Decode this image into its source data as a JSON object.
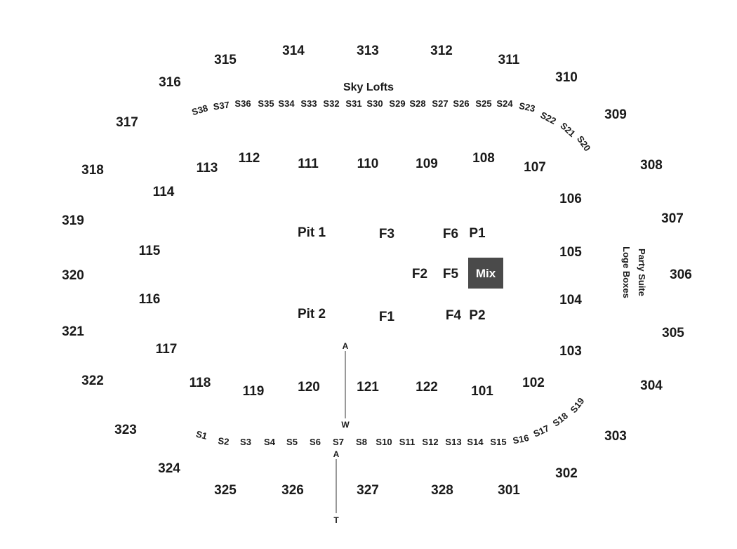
{
  "colors": {
    "text": "#1a1a1a",
    "mix_box": "#4a4a4a",
    "mix_text": "#ffffff",
    "line": "#555555",
    "background": "#ffffff"
  },
  "upper_sections": [
    "301",
    "302",
    "303",
    "304",
    "305",
    "306",
    "307",
    "308",
    "309",
    "310",
    "311",
    "312",
    "313",
    "314",
    "315",
    "316",
    "317",
    "318",
    "319",
    "320",
    "321",
    "322",
    "323",
    "324",
    "325",
    "326",
    "327",
    "328"
  ],
  "lower_sections": [
    "101",
    "102",
    "103",
    "104",
    "105",
    "106",
    "107",
    "108",
    "109",
    "110",
    "111",
    "112",
    "113",
    "114",
    "115",
    "116",
    "117",
    "118",
    "119",
    "120",
    "121",
    "122"
  ],
  "floor_sections": [
    "Pit 1",
    "Pit 2",
    "F1",
    "F2",
    "F3",
    "F4",
    "F5",
    "F6",
    "P1",
    "P2"
  ],
  "mix": "Mix",
  "sky_lofts_label": "Sky Lofts",
  "suites_top": [
    "S38",
    "S37",
    "S36",
    "S35",
    "S34",
    "S33",
    "S32",
    "S31",
    "S30",
    "S29",
    "S28",
    "S27",
    "S26",
    "S25",
    "S24",
    "S23",
    "S22",
    "S21",
    "S20"
  ],
  "suites_bottom": [
    "S1",
    "S2",
    "S3",
    "S4",
    "S5",
    "S6",
    "S7",
    "S8",
    "S10",
    "S11",
    "S12",
    "S13",
    "S14",
    "S15",
    "S16",
    "S17",
    "S18",
    "S19"
  ],
  "side_labels": [
    "Party Suite",
    "Loge Boxes"
  ],
  "aisle_markers": [
    {
      "top": "A",
      "bottom": "W"
    },
    {
      "top": "A",
      "bottom": "T"
    }
  ]
}
